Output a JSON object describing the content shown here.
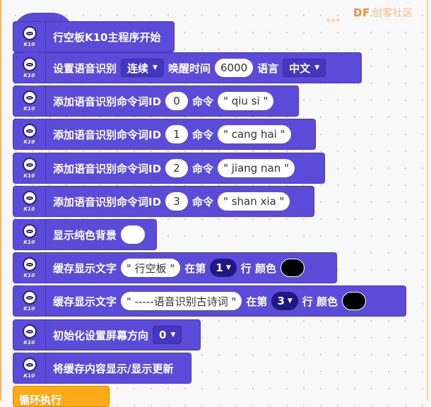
{
  "watermark": {
    "brand": "DF",
    "cn": "创客社区"
  },
  "colors": {
    "block": "#5b4bd8",
    "loop": "#ffab19",
    "swatch_white": "#ffffff",
    "swatch_black": "#000000"
  },
  "blocks": [
    {
      "text": "行空板K10主程序开始"
    },
    {
      "text": "设置语音识别",
      "mode": "连续",
      "wake_label": "唤醒时间",
      "wake_value": "6000",
      "lang_label": "语言",
      "lang_value": "中文"
    },
    {
      "text": "添加语音识别命令词ID",
      "id": "0",
      "cmd_label": "命令",
      "cmd": "\" qiu si \""
    },
    {
      "text": "添加语音识别命令词ID",
      "id": "1",
      "cmd_label": "命令",
      "cmd": "\" cang hai \""
    },
    {
      "text": "添加语音识别命令词ID",
      "id": "2",
      "cmd_label": "命令",
      "cmd": "\" jiang nan \""
    },
    {
      "text": "添加语音识别命令词ID",
      "id": "3",
      "cmd_label": "命令",
      "cmd": "\" shan xia \""
    },
    {
      "text": "显示纯色背景"
    },
    {
      "text": "缓存显示文字",
      "str": "\" 行空板 \"",
      "at": "在第",
      "line": "1",
      "line_label": "行 颜色"
    },
    {
      "text": "缓存显示文字",
      "str": "\" -----语音识别古诗词 \"",
      "at": "在第",
      "line": "3",
      "line_label": "行 颜色"
    },
    {
      "text": "初始化设置屏幕方向",
      "dir": "0"
    },
    {
      "text": "将缓存内容显示/显示更新"
    }
  ],
  "k10": "K10",
  "loop": {
    "label": "循环执行"
  }
}
